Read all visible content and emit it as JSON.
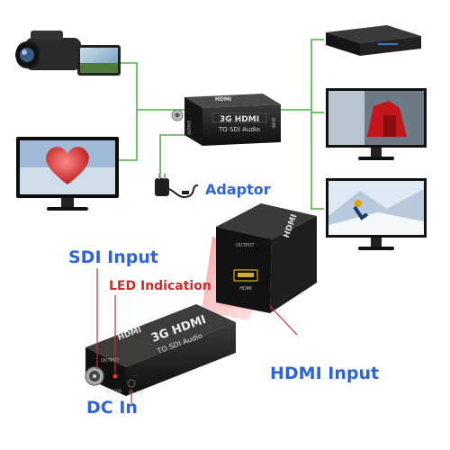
{
  "device": {
    "brand": "HDMI",
    "model_line1": "3G HDMI",
    "model_line2": "TO SDI Audio",
    "port_output": "OUTPUT",
    "port_input": "INPUT",
    "port_hdmi": "HDMI",
    "port_sdi": "SDI",
    "port_led": "LED",
    "port_power": "5V~12V"
  },
  "labels": {
    "adaptor": "Adaptor",
    "sdi_input": "SDI Input",
    "led_indication": "LED Indication",
    "hdmi_input": "HDMI Input",
    "dc_in": "DC In"
  },
  "colors": {
    "connector_line": "#54b04a",
    "label_blue": "#2f63d9",
    "label_red": "#d22a2a",
    "device_body": "#1b1b1b",
    "zoom_highlight": "#ef6b6b"
  }
}
